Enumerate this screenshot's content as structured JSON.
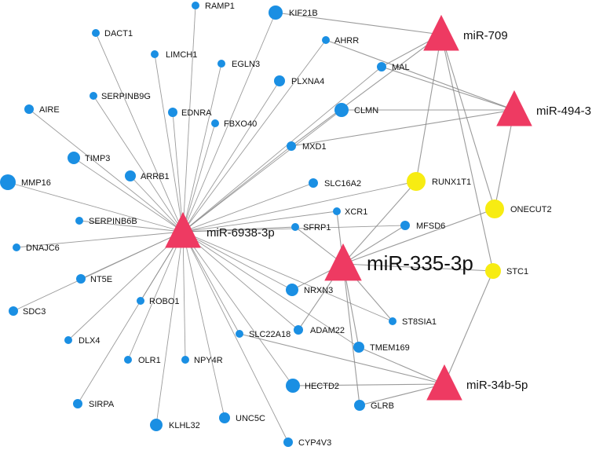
{
  "colors": {
    "gene_node": "#1a8fe3",
    "mirna_node": "#ee3a62",
    "hub_gene_node": "#f7ec12",
    "edge": "#8a8a8a"
  },
  "nodes": [
    {
      "id": "RAMP1",
      "label": "RAMP1",
      "type": "gene"
    },
    {
      "id": "KIF21B",
      "label": "KIF21B",
      "type": "gene"
    },
    {
      "id": "DACT1",
      "label": "DACT1",
      "type": "gene"
    },
    {
      "id": "AHRR",
      "label": "AHRR",
      "type": "gene"
    },
    {
      "id": "LIMCH1",
      "label": "LIMCH1",
      "type": "gene"
    },
    {
      "id": "EGLN3",
      "label": "EGLN3",
      "type": "gene"
    },
    {
      "id": "MAL",
      "label": "MAL",
      "type": "gene"
    },
    {
      "id": "PLXNA4",
      "label": "PLXNA4",
      "type": "gene"
    },
    {
      "id": "SERPINB9G",
      "label": "SERPINB9G",
      "type": "gene"
    },
    {
      "id": "AIRE",
      "label": "AIRE",
      "type": "gene"
    },
    {
      "id": "EDNRA",
      "label": "EDNRA",
      "type": "gene"
    },
    {
      "id": "CLMN",
      "label": "CLMN",
      "type": "gene"
    },
    {
      "id": "FBXO40",
      "label": "FBXO40",
      "type": "gene"
    },
    {
      "id": "MXD1",
      "label": "MXD1",
      "type": "gene"
    },
    {
      "id": "TIMP3",
      "label": "TIMP3",
      "type": "gene"
    },
    {
      "id": "ARRB1",
      "label": "ARRB1",
      "type": "gene"
    },
    {
      "id": "MMP16",
      "label": "MMP16",
      "type": "gene"
    },
    {
      "id": "SLC16A2",
      "label": "SLC16A2",
      "type": "gene"
    },
    {
      "id": "XCR1",
      "label": "XCR1",
      "type": "gene"
    },
    {
      "id": "SERPINB6B",
      "label": "SERPINB6B",
      "type": "gene"
    },
    {
      "id": "SFRP1",
      "label": "SFRP1",
      "type": "gene"
    },
    {
      "id": "MFSD6",
      "label": "MFSD6",
      "type": "gene"
    },
    {
      "id": "DNAJC6",
      "label": "DNAJC6",
      "type": "gene"
    },
    {
      "id": "NT5E",
      "label": "NT5E",
      "type": "gene"
    },
    {
      "id": "NRXN3",
      "label": "NRXN3",
      "type": "gene"
    },
    {
      "id": "ROBO1",
      "label": "ROBO1",
      "type": "gene"
    },
    {
      "id": "SDC3",
      "label": "SDC3",
      "type": "gene"
    },
    {
      "id": "ST8SIA1",
      "label": "ST8SIA1",
      "type": "gene"
    },
    {
      "id": "ADAM22",
      "label": "ADAM22",
      "type": "gene"
    },
    {
      "id": "SLC22A18",
      "label": "SLC22A18",
      "type": "gene"
    },
    {
      "id": "DLX4",
      "label": "DLX4",
      "type": "gene"
    },
    {
      "id": "TMEM169",
      "label": "TMEM169",
      "type": "gene"
    },
    {
      "id": "OLR1",
      "label": "OLR1",
      "type": "gene"
    },
    {
      "id": "NPY4R",
      "label": "NPY4R",
      "type": "gene"
    },
    {
      "id": "HECTD2",
      "label": "HECTD2",
      "type": "gene"
    },
    {
      "id": "SIRPA",
      "label": "SIRPA",
      "type": "gene"
    },
    {
      "id": "GLRB",
      "label": "GLRB",
      "type": "gene"
    },
    {
      "id": "KLHL32",
      "label": "KLHL32",
      "type": "gene"
    },
    {
      "id": "UNC5C",
      "label": "UNC5C",
      "type": "gene"
    },
    {
      "id": "CYP4V3",
      "label": "CYP4V3",
      "type": "gene"
    },
    {
      "id": "RUNX1T1",
      "label": "RUNX1T1",
      "type": "hub-gene"
    },
    {
      "id": "ONECUT2",
      "label": "ONECUT2",
      "type": "hub-gene"
    },
    {
      "id": "STC1",
      "label": "STC1",
      "type": "hub-gene"
    },
    {
      "id": "miR-709",
      "label": "miR-709",
      "type": "mirna"
    },
    {
      "id": "miR-494-3p",
      "label": "miR-494-3p",
      "type": "mirna"
    },
    {
      "id": "miR-6938-3p",
      "label": "miR-6938-3p",
      "type": "mirna"
    },
    {
      "id": "miR-335-3p",
      "label": "miR-335-3p",
      "type": "mirna"
    },
    {
      "id": "miR-34b-5p",
      "label": "miR-34b-5p",
      "type": "mirna"
    }
  ],
  "edges": [
    [
      "miR-6938-3p",
      "RAMP1"
    ],
    [
      "miR-6938-3p",
      "KIF21B"
    ],
    [
      "miR-6938-3p",
      "DACT1"
    ],
    [
      "miR-6938-3p",
      "LIMCH1"
    ],
    [
      "miR-6938-3p",
      "EGLN3"
    ],
    [
      "miR-6938-3p",
      "PLXNA4"
    ],
    [
      "miR-6938-3p",
      "SERPINB9G"
    ],
    [
      "miR-6938-3p",
      "AIRE"
    ],
    [
      "miR-6938-3p",
      "EDNRA"
    ],
    [
      "miR-6938-3p",
      "FBXO40"
    ],
    [
      "miR-6938-3p",
      "MXD1"
    ],
    [
      "miR-6938-3p",
      "CLMN"
    ],
    [
      "miR-6938-3p",
      "AHRR"
    ],
    [
      "miR-6938-3p",
      "MAL"
    ],
    [
      "miR-6938-3p",
      "TIMP3"
    ],
    [
      "miR-6938-3p",
      "ARRB1"
    ],
    [
      "miR-6938-3p",
      "MMP16"
    ],
    [
      "miR-6938-3p",
      "SLC16A2"
    ],
    [
      "miR-6938-3p",
      "RUNX1T1"
    ],
    [
      "miR-6938-3p",
      "XCR1"
    ],
    [
      "miR-6938-3p",
      "SFRP1"
    ],
    [
      "miR-6938-3p",
      "MFSD6"
    ],
    [
      "miR-6938-3p",
      "SERPINB6B"
    ],
    [
      "miR-6938-3p",
      "DNAJC6"
    ],
    [
      "miR-6938-3p",
      "NT5E"
    ],
    [
      "miR-6938-3p",
      "SDC3"
    ],
    [
      "miR-6938-3p",
      "ROBO1"
    ],
    [
      "miR-6938-3p",
      "DLX4"
    ],
    [
      "miR-6938-3p",
      "OLR1"
    ],
    [
      "miR-6938-3p",
      "NPY4R"
    ],
    [
      "miR-6938-3p",
      "SIRPA"
    ],
    [
      "miR-6938-3p",
      "KLHL32"
    ],
    [
      "miR-6938-3p",
      "UNC5C"
    ],
    [
      "miR-6938-3p",
      "SLC22A18"
    ],
    [
      "miR-6938-3p",
      "CYP4V3"
    ],
    [
      "miR-6938-3p",
      "HECTD2"
    ],
    [
      "miR-6938-3p",
      "ADAM22"
    ],
    [
      "miR-6938-3p",
      "TMEM169"
    ],
    [
      "miR-6938-3p",
      "NRXN3"
    ],
    [
      "miR-6938-3p",
      "ST8SIA1"
    ],
    [
      "miR-709",
      "KIF21B"
    ],
    [
      "miR-709",
      "MAL"
    ],
    [
      "miR-709",
      "MXD1"
    ],
    [
      "miR-709",
      "RUNX1T1"
    ],
    [
      "miR-709",
      "ONECUT2"
    ],
    [
      "miR-709",
      "STC1"
    ],
    [
      "miR-494-3p",
      "AHRR"
    ],
    [
      "miR-494-3p",
      "MAL"
    ],
    [
      "miR-494-3p",
      "CLMN"
    ],
    [
      "miR-494-3p",
      "MXD1"
    ],
    [
      "miR-494-3p",
      "ONECUT2"
    ],
    [
      "miR-335-3p",
      "RUNX1T1"
    ],
    [
      "miR-335-3p",
      "ONECUT2"
    ],
    [
      "miR-335-3p",
      "STC1"
    ],
    [
      "miR-335-3p",
      "XCR1"
    ],
    [
      "miR-335-3p",
      "SFRP1"
    ],
    [
      "miR-335-3p",
      "MFSD6"
    ],
    [
      "miR-335-3p",
      "NRXN3"
    ],
    [
      "miR-335-3p",
      "TMEM169"
    ],
    [
      "miR-335-3p",
      "GLRB"
    ],
    [
      "miR-335-3p",
      "ST8SIA1"
    ],
    [
      "miR-335-3p",
      "ADAM22"
    ],
    [
      "miR-34b-5p",
      "STC1"
    ],
    [
      "miR-34b-5p",
      "HECTD2"
    ],
    [
      "miR-34b-5p",
      "GLRB"
    ],
    [
      "miR-34b-5p",
      "TMEM169"
    ],
    [
      "miR-34b-5p",
      "SLC22A18"
    ]
  ]
}
